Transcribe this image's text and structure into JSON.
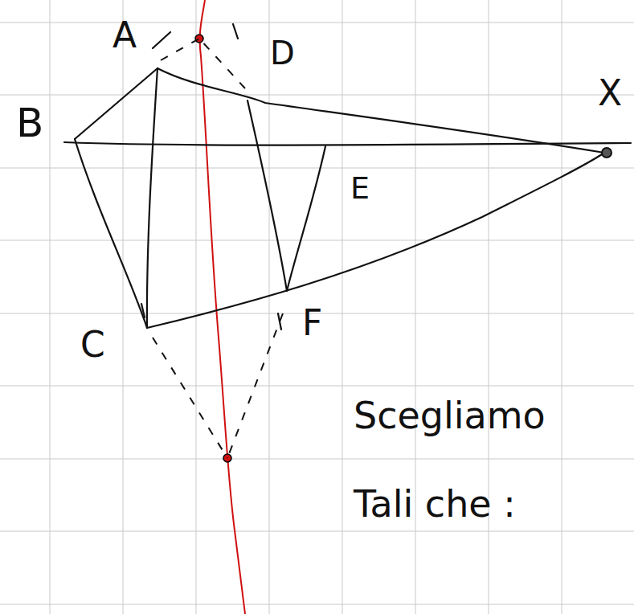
{
  "diagram": {
    "labels": [
      "A",
      "D",
      "B",
      "X",
      "E",
      "C",
      "F",
      "Scegliamo Tali che :"
    ]
  }
}
